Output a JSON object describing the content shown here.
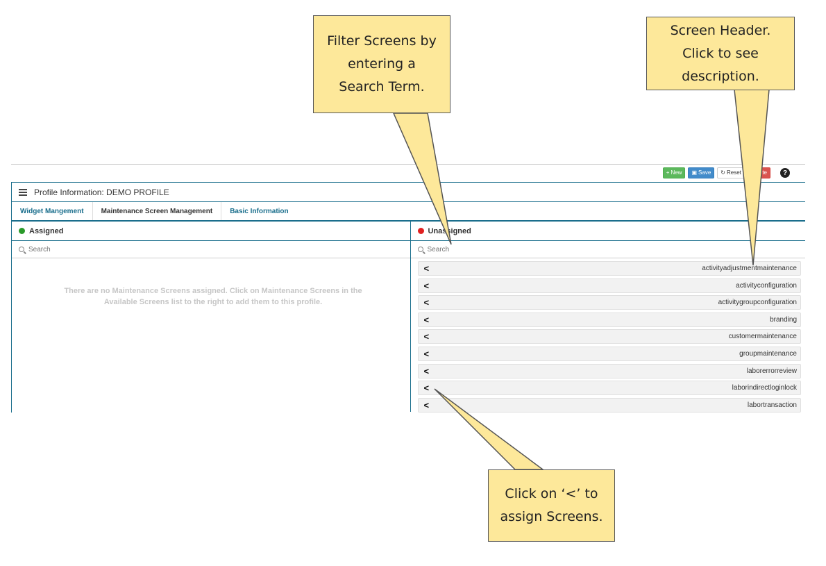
{
  "toolbar": {
    "new_label": "New",
    "save_label": "Save",
    "reset_label": "Reset",
    "delete_label": "Delete",
    "help_glyph": "?"
  },
  "panel": {
    "title": "Profile Information: DEMO PROFILE"
  },
  "tabs": [
    {
      "label": "Widget Mangement"
    },
    {
      "label": "Maintenance Screen Management"
    },
    {
      "label": "Basic Information"
    }
  ],
  "assigned": {
    "header": "Assigned",
    "search_placeholder": "Search",
    "empty_message": "There are no Maintenance Screens assigned. Click on Maintenance Screens in the Available Screens list to the right to add them to this profile."
  },
  "unassigned": {
    "header": "Unassigned",
    "search_placeholder": "Search",
    "items": [
      {
        "name": "activityadjustmentmaintenance"
      },
      {
        "name": "activityconfiguration"
      },
      {
        "name": "activitygroupconfiguration"
      },
      {
        "name": "branding"
      },
      {
        "name": "customermaintenance"
      },
      {
        "name": "groupmaintenance"
      },
      {
        "name": "laborerrorreview"
      },
      {
        "name": "laborindirectloginlock"
      },
      {
        "name": "labortransaction"
      }
    ]
  },
  "callouts": {
    "filter": [
      "Filter Screens by",
      "entering a",
      "Search Term."
    ],
    "header": [
      "Screen Header.",
      "Click to see",
      "description."
    ],
    "assign": [
      "Click on ‘<’ to",
      "assign Screens."
    ]
  },
  "colors": {
    "accent": "#1a6e8c",
    "callout_fill": "#fde89a",
    "assigned_dot": "#2a9a2a",
    "unassigned_dot": "#e02020"
  }
}
